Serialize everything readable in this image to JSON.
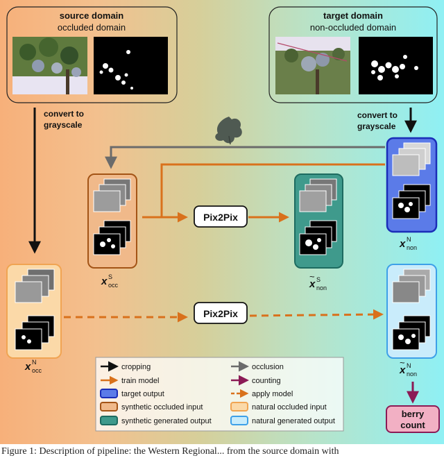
{
  "source_box": {
    "title": "source domain",
    "subtitle": "occluded domain"
  },
  "target_box": {
    "title": "target domain",
    "subtitle": "non-occluded domain"
  },
  "convert_label": {
    "line1": "convert to",
    "line2": "grayscale"
  },
  "model_label": "Pix2Pix",
  "math_labels": {
    "x": "x",
    "sup_s": "S",
    "sup_n": "N",
    "sub_occ": "occ",
    "sub_non": "non",
    "tilde": "~"
  },
  "berry_count": {
    "line1": "berry",
    "line2": "count"
  },
  "legend": {
    "cropping": "cropping",
    "occlusion": "occlusion",
    "train_model": "train model",
    "counting": "counting",
    "target_output": "target output",
    "apply_model": "apply model",
    "synthetic_occluded_input": "synthetic occluded input",
    "natural_occluded_input": "natural occluded input",
    "synthetic_generated_output": "synthetic generated output",
    "natural_generated_output": "natural generated output"
  },
  "caption": "Figure 1: Description of pipeline: the Western Regional... from the source domain with",
  "colors": {
    "black": "#111111",
    "grey": "#6b6b6b",
    "orange": "#d9711c",
    "purple": "#8b1a55",
    "target_blue_border": "#1a2db8",
    "target_blue_fill": "#5b7be8",
    "synthetic_occ_border": "#a35416",
    "synthetic_occ_fill": "#f0b98a",
    "natural_occ_border": "#f0a452",
    "natural_occ_fill": "#fbd9a8",
    "synthetic_gen_border": "#1d6b60",
    "synthetic_gen_fill": "#3f9a8c",
    "natural_gen_border": "#3da0e8",
    "natural_gen_fill": "#c9ecfb",
    "berry_fill": "#f2b0c4"
  }
}
